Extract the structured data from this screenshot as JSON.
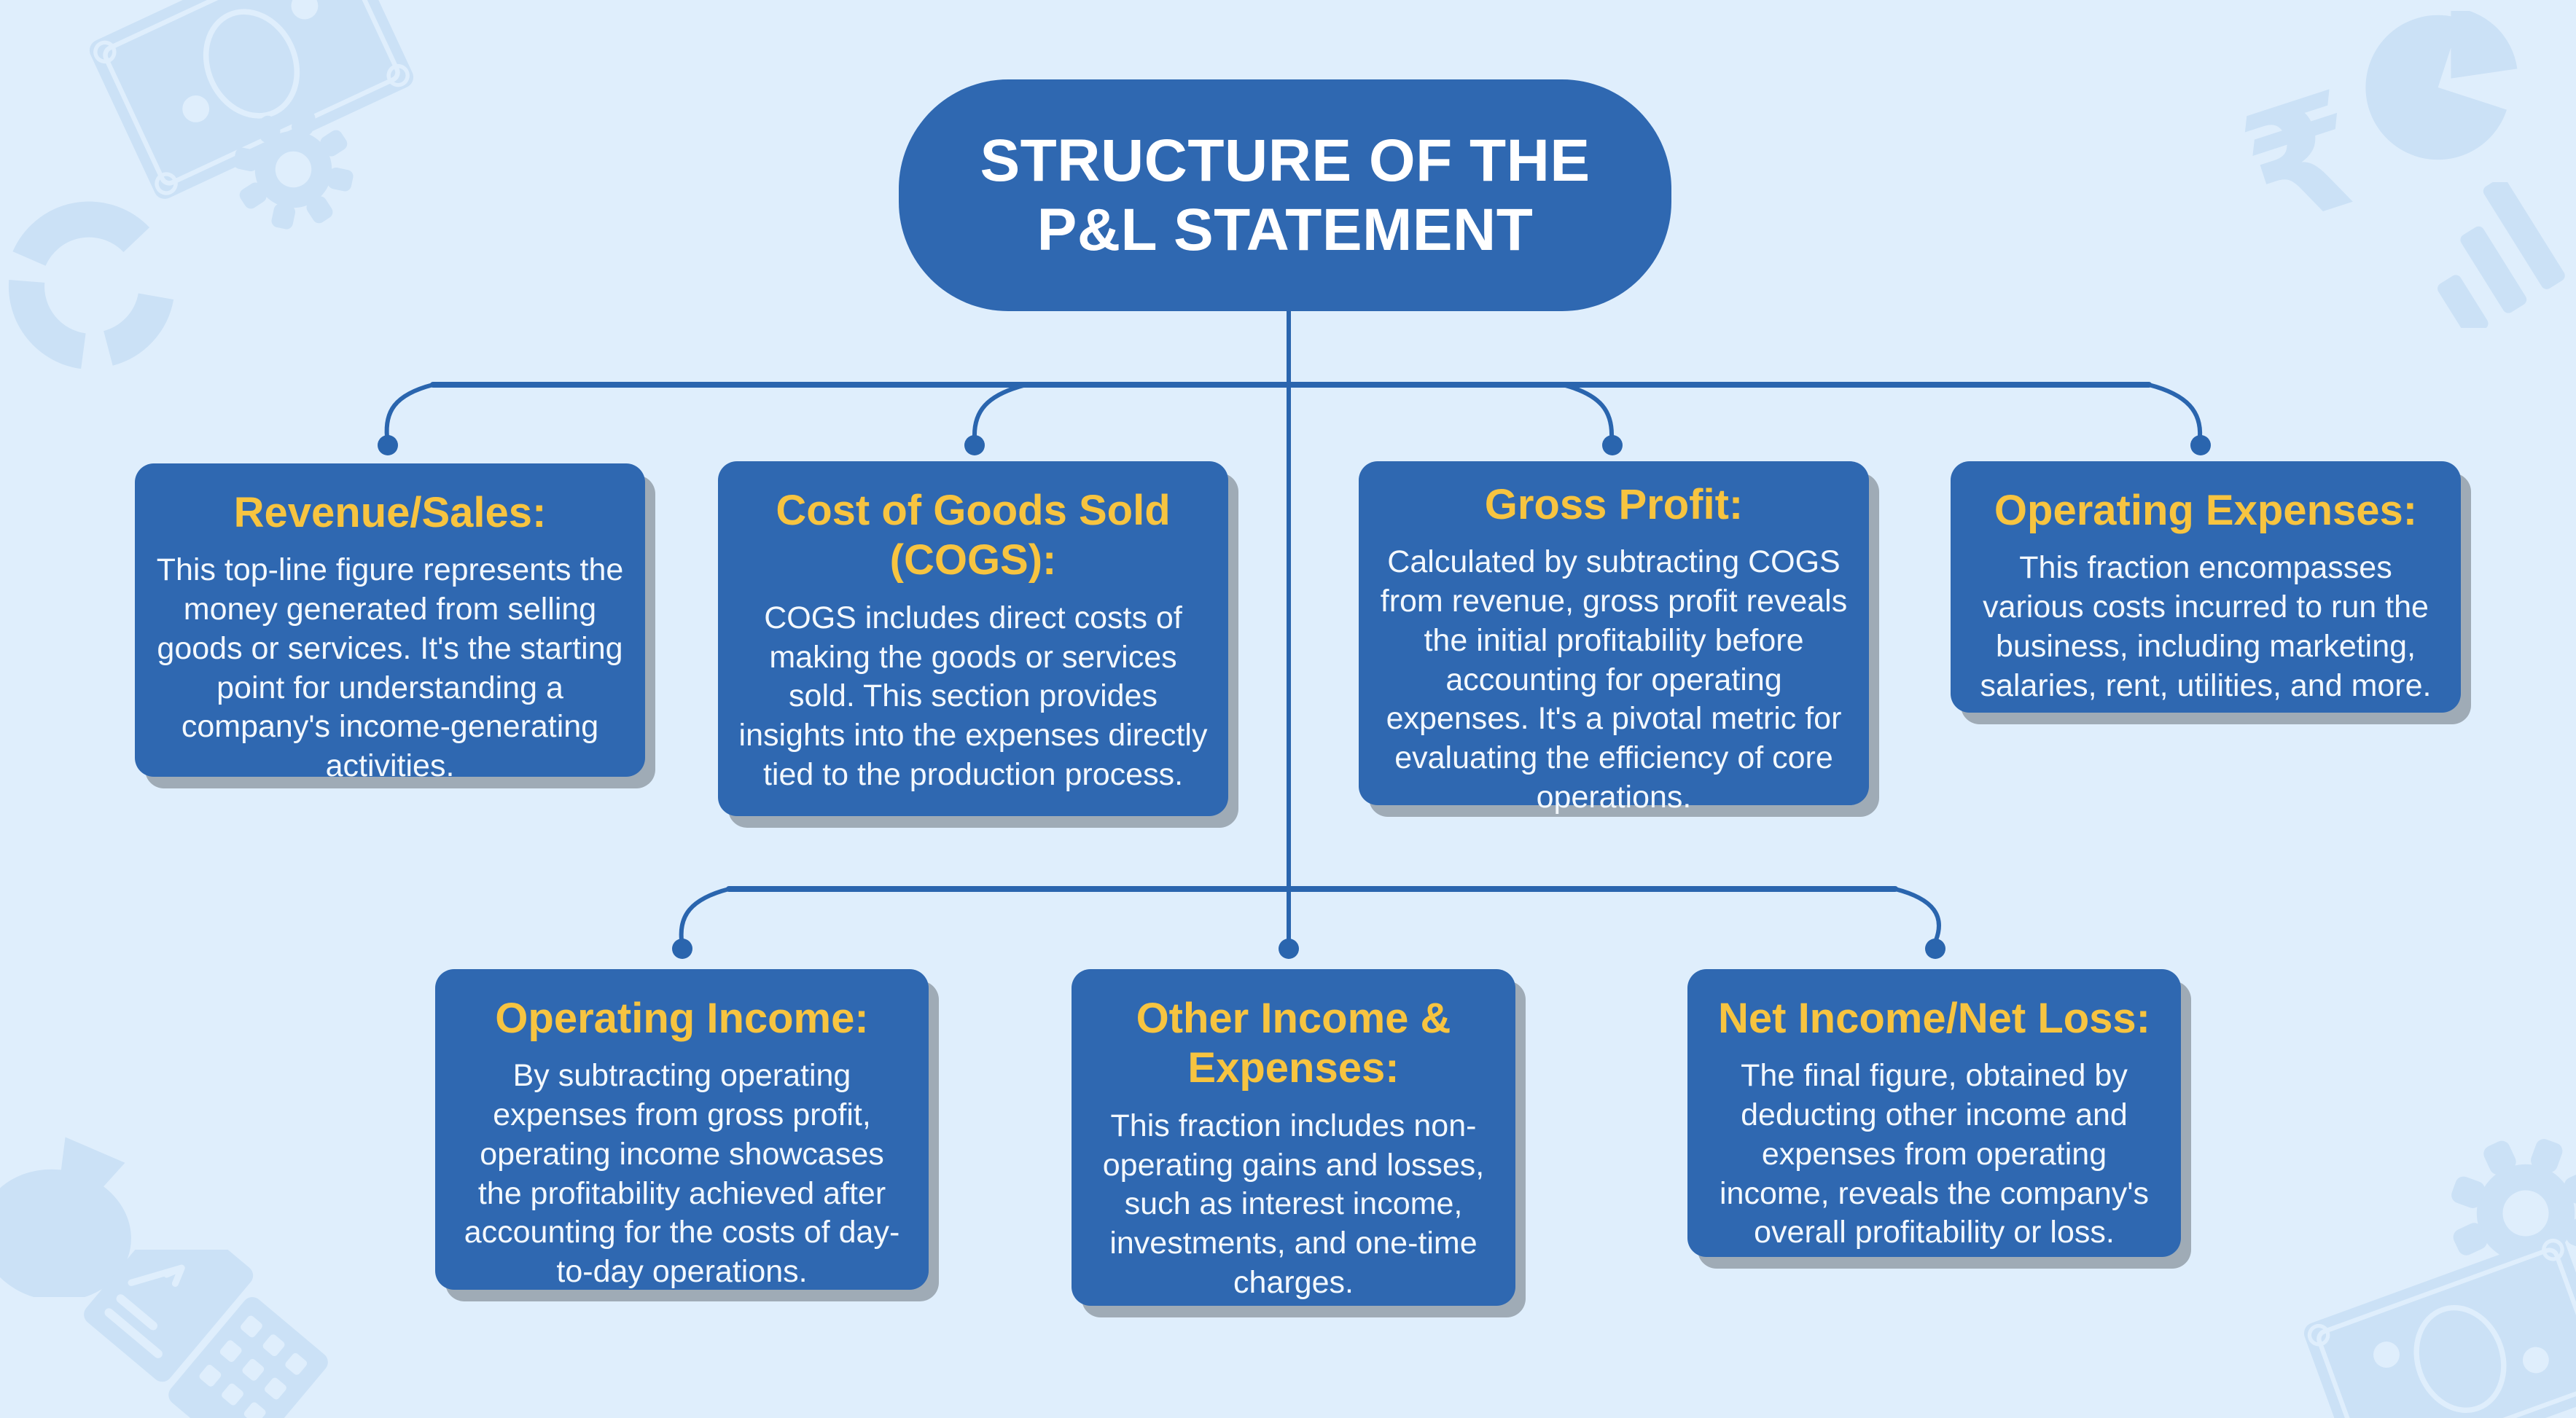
{
  "title": {
    "line1": "STRUCTURE OF THE",
    "line2": "P&L STATEMENT"
  },
  "boxes": [
    {
      "id": "revenue-sales",
      "heading": "Revenue/Sales:",
      "body": "This top-line figure represents the money generated from selling goods or services. It's the starting point for understanding a company's income-generating activities."
    },
    {
      "id": "cogs",
      "heading": "Cost of Goods Sold (COGS):",
      "body": "COGS includes direct costs of making the goods or services sold. This section provides insights into the expenses directly tied to the production process."
    },
    {
      "id": "gross-profit",
      "heading": "Gross Profit:",
      "body": "Calculated by subtracting COGS from revenue, gross profit reveals the initial profitability before accounting for operating expenses. It's a pivotal metric for evaluating the efficiency of core operations."
    },
    {
      "id": "operating-expenses",
      "heading": "Operating Expenses:",
      "body": "This fraction encompasses various costs incurred to run the business, including marketing, salaries, rent, utilities, and more."
    },
    {
      "id": "operating-income",
      "heading": "Operating Income:",
      "body": "By subtracting operating expenses from gross profit, operating income showcases the profitability achieved after accounting for the costs of day-to-day operations."
    },
    {
      "id": "other-income-expenses",
      "heading": "Other Income & Expenses:",
      "body": "This fraction includes non-operating gains and losses, such as interest income, investments, and one-time charges."
    },
    {
      "id": "net-income-net-loss",
      "heading": "Net Income/Net Loss:",
      "body": "The final figure, obtained by deducting other income and expenses from operating income, reveals the company's overall profitability or loss."
    }
  ],
  "colors": {
    "background": "#DFEEFC",
    "box_blue": "#2F68B1",
    "heading_yellow": "#F7C440",
    "body_text": "#F3F8FD",
    "connector_blue": "#2A65AE",
    "shadow_gray": "#9FABB6",
    "watermark_blue": "#CBE1F6"
  },
  "decorations": {
    "rupee_glyph": "₹",
    "icons": [
      "money-bill-icon",
      "gear-icon",
      "donut-chart-icon",
      "pie-chart-icon",
      "rupee-icon",
      "bar-chart-icon",
      "money-bag-icon",
      "calculator-doc-icon",
      "gear-icon",
      "money-bill-icon"
    ]
  }
}
